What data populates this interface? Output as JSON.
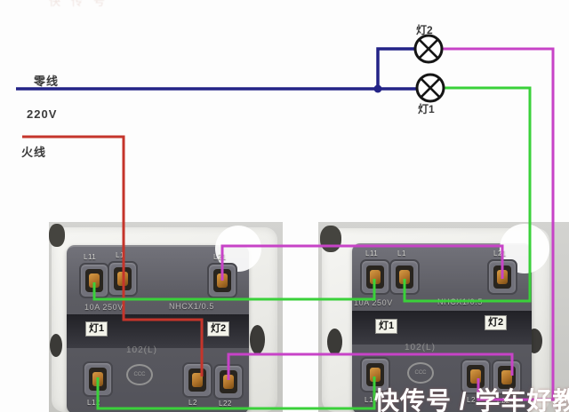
{
  "diagram": {
    "labels": {
      "neutral": "零线",
      "voltage": "220V",
      "live": "火线",
      "lamp1": "灯1",
      "lamp2": "灯2"
    },
    "colors": {
      "neutral_wire": "#232387",
      "live_wire": "#c5352b",
      "green_wire": "#3ad13a",
      "magenta_wire": "#c743c7",
      "lamp_outline": "#151515"
    }
  },
  "switches": {
    "terminal_labels": {
      "top": [
        "L11",
        "L1",
        "L21"
      ],
      "bottom": [
        "L12",
        "L2",
        "L22"
      ]
    },
    "module_text": {
      "rating": "10A 250V",
      "model": "NHCX1/0.5",
      "part_no": "102(L)",
      "cert_mark": "CCC"
    },
    "gang_labels": {
      "gang1": "灯1",
      "gang2": "灯2"
    }
  },
  "watermark": {
    "bottom_text": "快传号 / 学车好教练",
    "top_left_remnant": "快传号"
  }
}
